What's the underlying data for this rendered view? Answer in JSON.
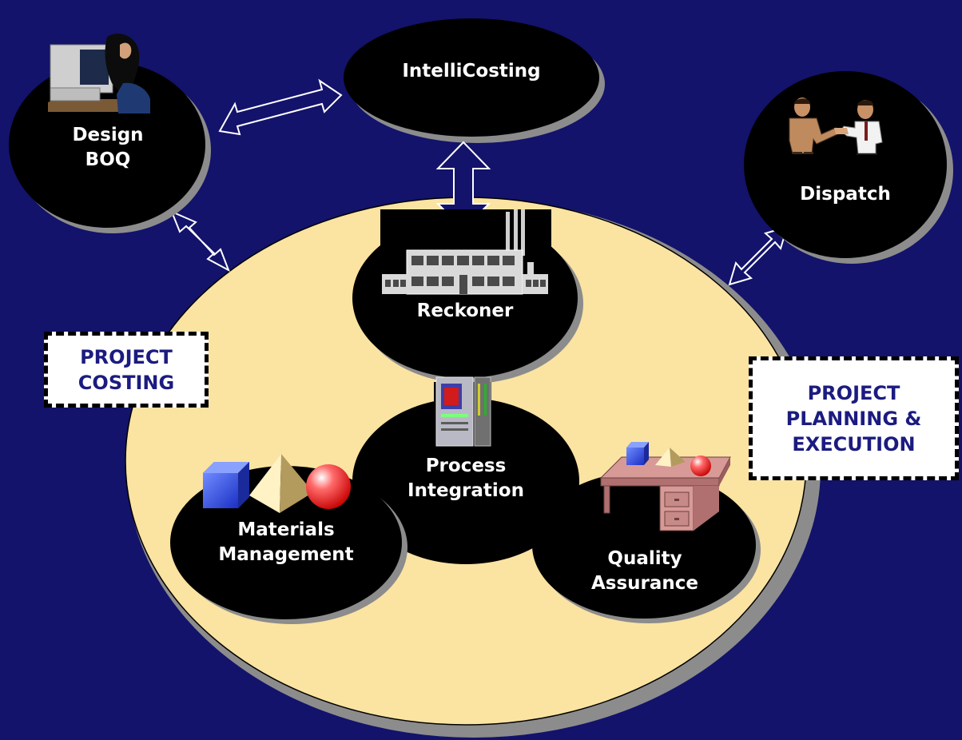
{
  "colors": {
    "background": "#13136b",
    "platform": "#fbe3a2",
    "node": "#000000",
    "node_shadow": "#8c8c8c",
    "label_text": "#ffffff",
    "box_text": "#1b1b80"
  },
  "nodes": {
    "design_boq": {
      "label": "Design\nBOQ",
      "icon": "person-at-computer-icon"
    },
    "intellicosting": {
      "label": "IntelliCosting"
    },
    "dispatch": {
      "label": "Dispatch",
      "icon": "handshake-icon"
    },
    "reckoner": {
      "label": "Reckoner",
      "icon": "factory-icon"
    },
    "process_integration": {
      "label": "Process\nIntegration",
      "icon": "server-rack-icon"
    },
    "materials_management": {
      "label": "Materials\nManagement",
      "icon": "shapes-cube-pyramid-sphere-icon"
    },
    "quality_assurance": {
      "label": "Quality\nAssurance",
      "icon": "desk-with-shapes-icon"
    }
  },
  "boxes": {
    "project_costing": "PROJECT\nCOSTING",
    "project_planning": "PROJECT\nPLANNING &\nEXECUTION"
  },
  "connections": [
    {
      "from": "design_boq",
      "to": "intellicosting",
      "type": "double-arrow"
    },
    {
      "from": "intellicosting",
      "to": "reckoner",
      "type": "double-arrow"
    },
    {
      "from": "design_boq",
      "to": "platform",
      "type": "double-arrow"
    },
    {
      "from": "dispatch",
      "to": "platform",
      "type": "double-arrow"
    }
  ]
}
